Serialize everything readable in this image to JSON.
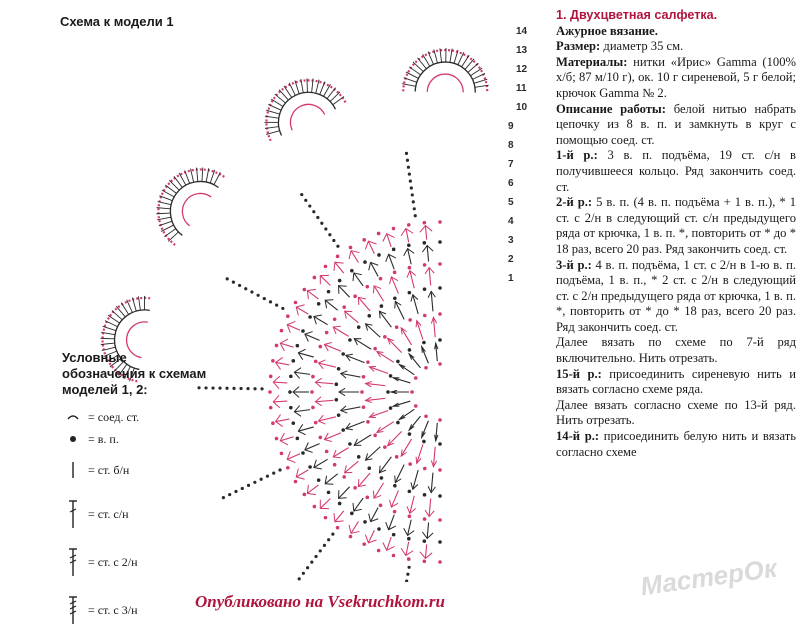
{
  "scheme_title": "Схема к модели 1",
  "row_numbers": [
    "14",
    "13",
    "12",
    "11",
    "10",
    "9",
    "8",
    "7",
    "6",
    "5",
    "4",
    "3",
    "2",
    "1"
  ],
  "legend": {
    "title": "Условные обозначения к схемам моделей 1, 2:",
    "items": [
      {
        "icon": "slip-stitch-icon",
        "label": "= соед. ст."
      },
      {
        "icon": "chain-stitch-icon",
        "label": "= в. п."
      },
      {
        "icon": "sc-icon",
        "label": "= ст. б/н"
      },
      {
        "icon": "dc-icon",
        "label": "= ст. с/н"
      },
      {
        "icon": "tr-icon",
        "label": "= ст. с 2/н"
      },
      {
        "icon": "dtr-icon",
        "label": "= ст. с 3/н"
      }
    ]
  },
  "published": "Опубликовано на Vsekruchkom.ru",
  "watermark": "МастерОк",
  "colors": {
    "accent": "#b0153d",
    "pink": "#d33a6a",
    "ink": "#2a2a2a"
  },
  "article": {
    "title": "1. Двухцветная салфетка.",
    "subtitle": "Ажурное вязание.",
    "size_label": "Размер:",
    "size_text": "диаметр 35 см.",
    "materials_label": "Материалы:",
    "materials_text": "нитки «Ирис» Gamma (100% х/б; 87 м/10 г), ок. 10 г сиреневой, 5 г белой; крючок Gamma № 2.",
    "description_label": "Описание работы:",
    "description_text": "белой нитью набрать цепочку из 8 в. п. и замкнуть в круг с помощью соед. ст.",
    "row1_label": "1-й р.:",
    "row1_text": "3 в. п. подъёма, 19 ст. с/н в получившееся кольцо. Ряд закончить соед. ст.",
    "row2_label": "2-й р.:",
    "row2_text": "5 в. п. (4 в. п. подъёма + 1 в. п.), * 1 ст. с 2/н в следующий ст. с/н предыдущего ряда от крючка, 1 в. п. *, повторить от * до * 18 раз, всего 20 раз. Ряд закончить соед. ст.",
    "row3_label": "3-й р.:",
    "row3_text": "4 в. п. подъёма, 1 ст. с 2/н в 1-ю в. п. подъёма, 1 в. п., * 2 ст. с 2/н в следующий ст. с 2/н предыдущего ряда от крючка, 1 в. п. *, повторить от * до * 18 раз, всего 20 раз. Ряд закончить соед. ст.",
    "further1": "Далее вязать по схеме по 7-й ряд включительно. Нить отрезать.",
    "row15_label": "15-й р.:",
    "row15_text": "присоединить сиреневую нить и вязать согласно схеме ряда.",
    "further2": "Далее вязать согласно схеме по 13-й ряд. Нить отрезать.",
    "row14_label": "14-й р.:",
    "row14_text": "присоединить белую нить и вязать согласно схеме"
  }
}
